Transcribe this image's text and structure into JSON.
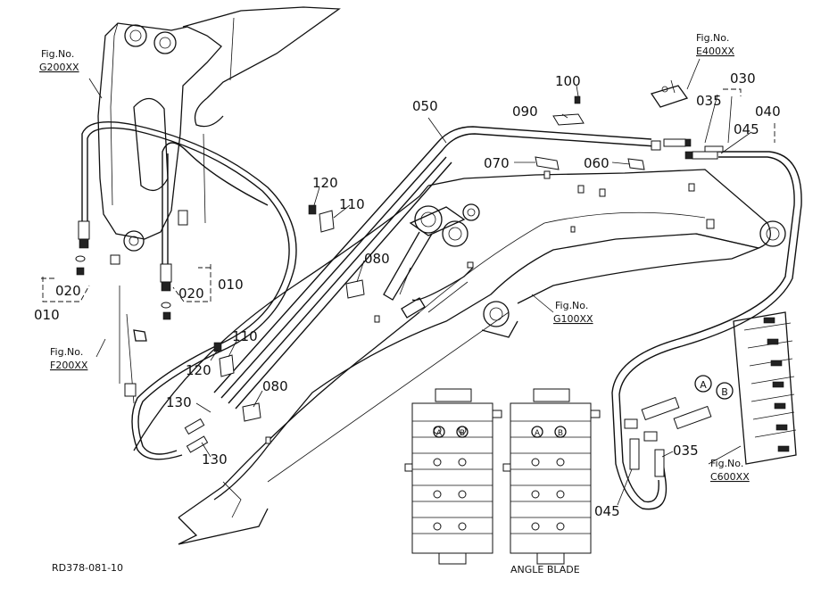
{
  "figure": {
    "drawing_number": "RD378-081-10",
    "angle_blade_label": "ANGLE BLADE"
  },
  "callouts": {
    "c010_left": "010",
    "c020_left": "020",
    "c020_right": "020",
    "c010_right": "010",
    "c030": "030",
    "c035_top": "035",
    "c035_bottom": "035",
    "c040": "040",
    "c045_top": "045",
    "c045_bottom": "045",
    "c050": "050",
    "c060": "060",
    "c070": "070",
    "c080_upper": "080",
    "c080_lower": "080",
    "c090": "090",
    "c100": "100",
    "c110_upper": "110",
    "c110_lower": "110",
    "c120_upper": "120",
    "c120_lower": "120",
    "c130_upper": "130",
    "c130_lower": "130"
  },
  "figure_refs": {
    "g200": {
      "label": "Fig.No.",
      "code": "G200XX"
    },
    "f200": {
      "label": "Fig.No.",
      "code": "F200XX"
    },
    "e400": {
      "label": "Fig.No.",
      "code": "E400XX"
    },
    "g100": {
      "label": "Fig.No.",
      "code": "G100XX"
    },
    "c600": {
      "label": "Fig.No.",
      "code": "C600XX"
    }
  },
  "port_markers": {
    "a": "A",
    "b": "B",
    "valve1_a": "A",
    "valve1_b": "B",
    "valve2_a": "A",
    "valve2_b": "B"
  }
}
